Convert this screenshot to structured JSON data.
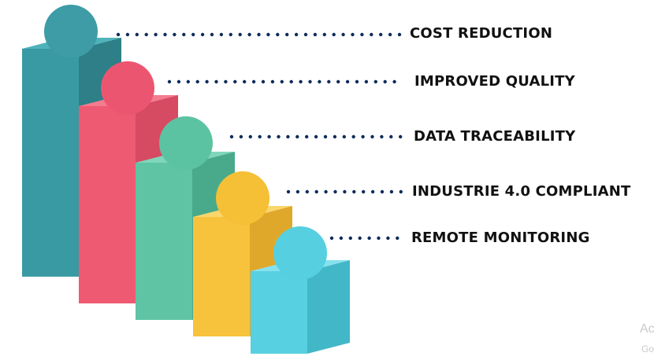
{
  "steps": [
    {
      "label": "COST REDUCTION",
      "front": "#3a9aa3",
      "side": "#2e7f88",
      "top": "#4fb2ba",
      "head": "#3d9ca5"
    },
    {
      "label": "IMPROVED QUALITY",
      "front": "#ee5a72",
      "side": "#d64a62",
      "top": "#f57b8e",
      "head": "#ec5570"
    },
    {
      "label": "DATA TRACEABILITY",
      "front": "#5ec4a4",
      "side": "#48aa8b",
      "top": "#7fd6bb",
      "head": "#5cc3a2"
    },
    {
      "label": "INDUSTRIE 4.0 COMPLIANT",
      "front": "#f7c23c",
      "side": "#e0a82a",
      "top": "#fbd66d",
      "head": "#f5bf36"
    },
    {
      "label": "REMOTE MONITORING",
      "front": "#57d0e1",
      "side": "#42b7c8",
      "top": "#86e1ee",
      "head": "#56cfe0"
    }
  ],
  "dot_color": "#0d2b5c",
  "watermark": {
    "line1": "Ac",
    "line2": "Go"
  }
}
